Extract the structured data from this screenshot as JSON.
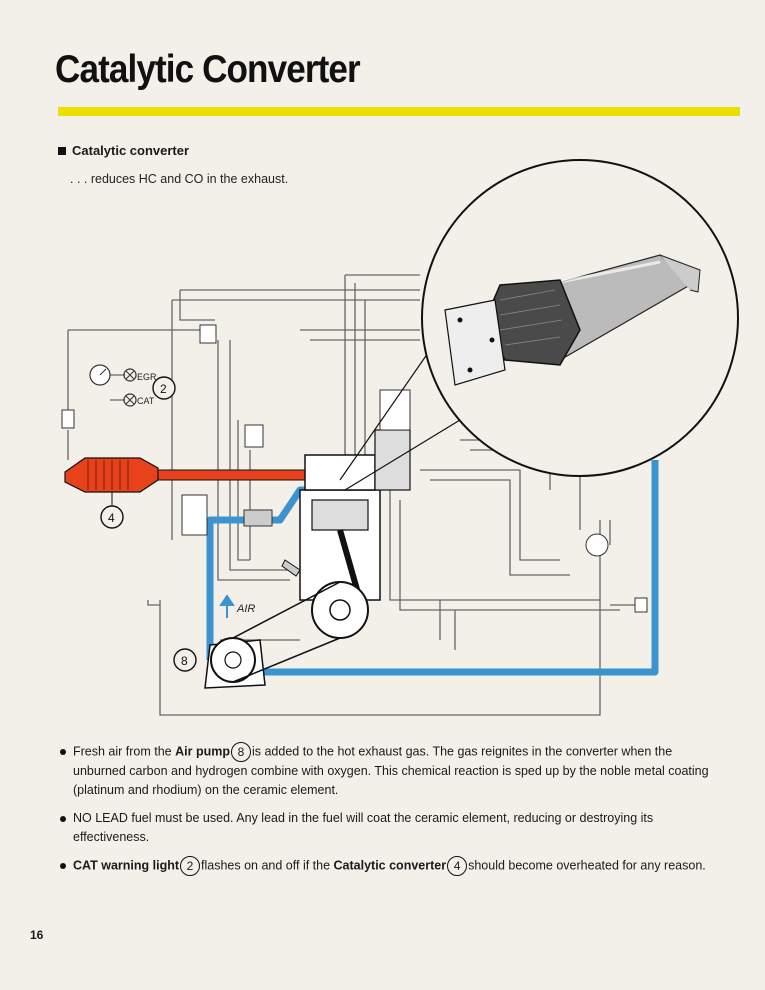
{
  "page": {
    "title": "Catalytic Converter",
    "section_heading": "Catalytic converter",
    "subtitle": ". . . reduces HC and CO in the exhaust.",
    "page_number": "16"
  },
  "diagram": {
    "labels": {
      "egr": "EGR",
      "cat": "CAT",
      "air": "AIR",
      "callout_2": "2",
      "callout_4": "4",
      "callout_8": "8"
    },
    "colors": {
      "exhaust": "#e8421c",
      "air_line": "#3b93cf",
      "highlight": "#e8e000"
    }
  },
  "bullets": [
    {
      "pre": "Fresh air from the ",
      "bold1": "Air pump",
      "ref1": "8",
      "text1": "is added to the hot exhaust gas. The gas reignites in the converter when the unburned carbon and hydrogen combine with oxygen. This chemical reaction is sped up by the noble metal coating (platinum and rhodium) on the ceramic element."
    },
    {
      "pre": "NO LEAD fuel must be used. Any lead in the fuel will coat the ceramic element, reducing or destroying its effectiveness."
    },
    {
      "bold1": "CAT warning light",
      "ref1": "2",
      "text1": "flashes on and off if the ",
      "bold2": "Catalytic converter",
      "ref2": "4",
      "text2": "should become overheated for any reason."
    }
  ]
}
